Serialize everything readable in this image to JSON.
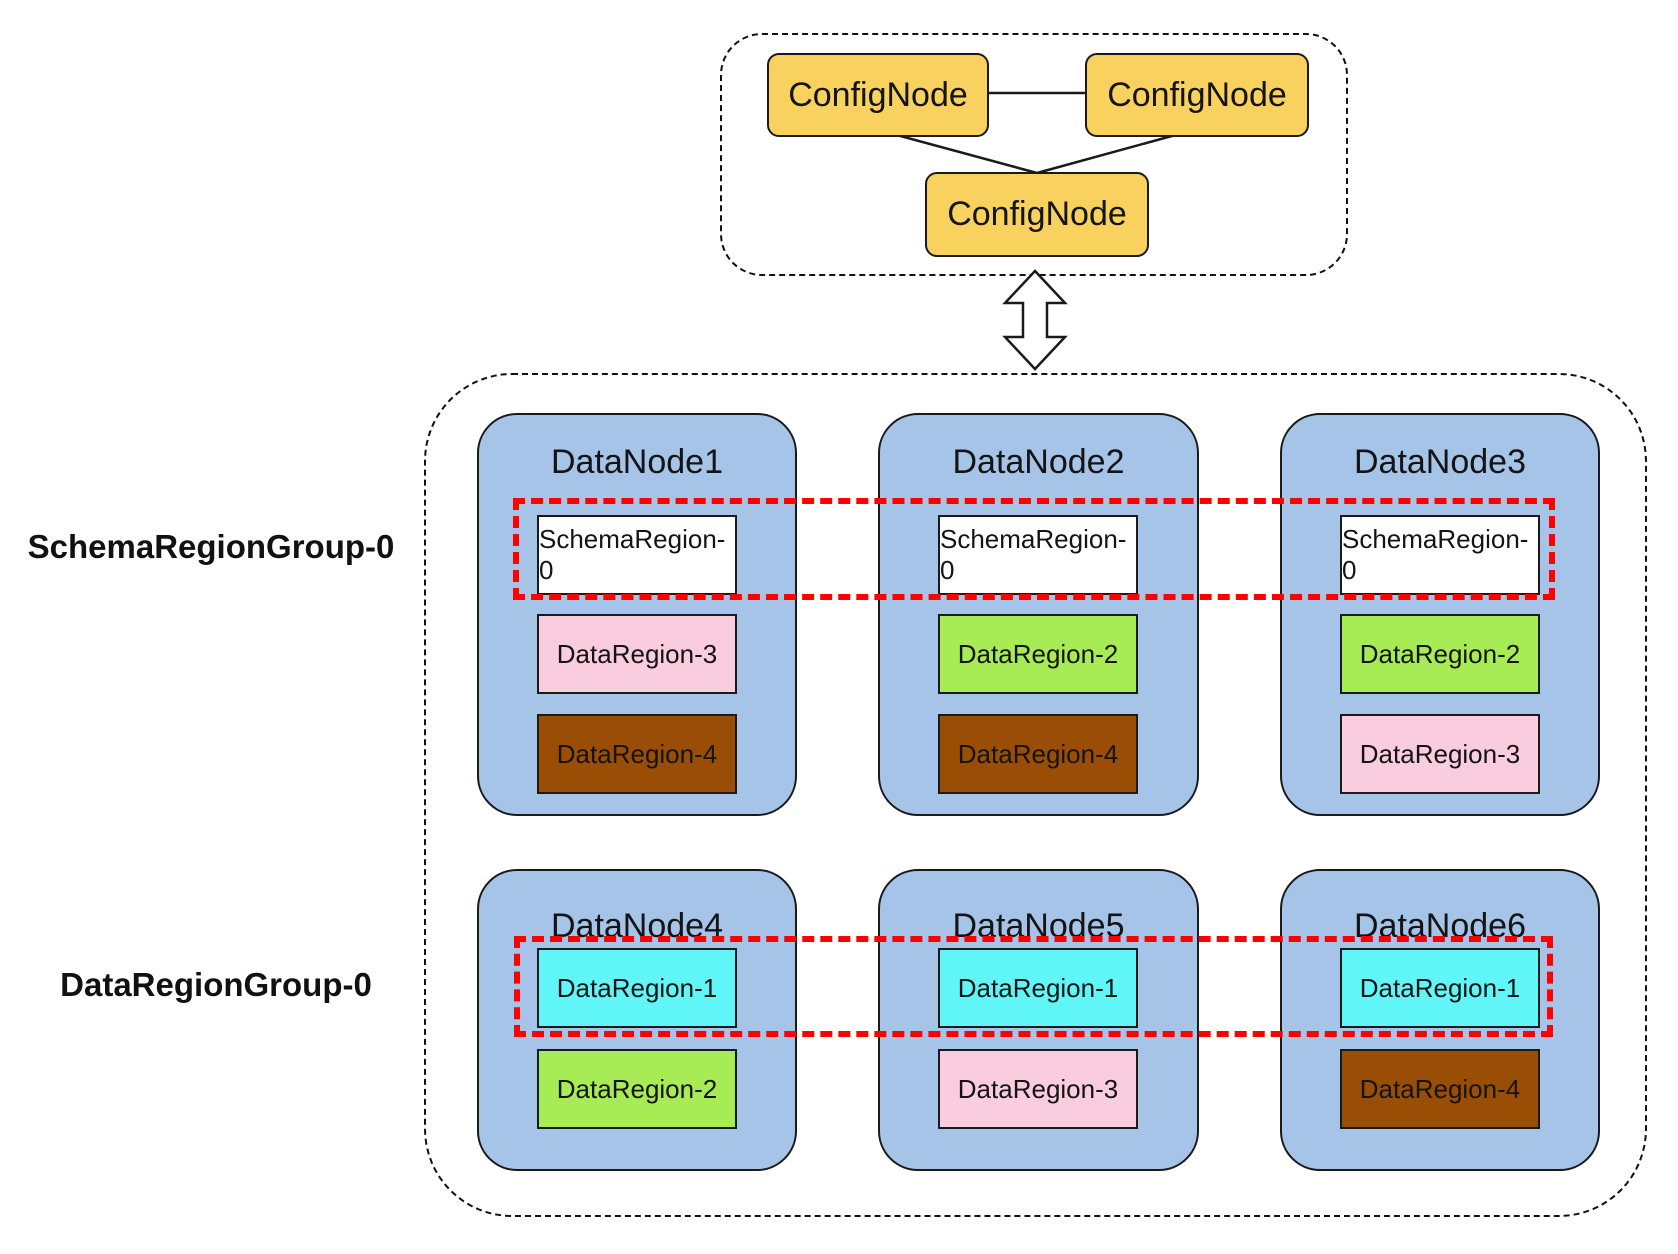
{
  "config_cluster": {
    "nodes": [
      {
        "label": "ConfigNode"
      },
      {
        "label": "ConfigNode"
      },
      {
        "label": "ConfigNode"
      }
    ]
  },
  "group_labels": {
    "schema": "SchemaRegionGroup-0",
    "data": "DataRegionGroup-0"
  },
  "data_cluster": {
    "nodes": [
      {
        "title": "DataNode1",
        "regions": [
          {
            "label": "SchemaRegion-0",
            "color": "#FFFFFF"
          },
          {
            "label": "DataRegion-3",
            "color": "#FACDDE"
          },
          {
            "label": "DataRegion-4",
            "color": "#9A4E05"
          }
        ]
      },
      {
        "title": "DataNode2",
        "regions": [
          {
            "label": "SchemaRegion-0",
            "color": "#FFFFFF"
          },
          {
            "label": "DataRegion-2",
            "color": "#A8EC55"
          },
          {
            "label": "DataRegion-4",
            "color": "#9A4E05"
          }
        ]
      },
      {
        "title": "DataNode3",
        "regions": [
          {
            "label": "SchemaRegion-0",
            "color": "#FFFFFF"
          },
          {
            "label": "DataRegion-2",
            "color": "#A8EC55"
          },
          {
            "label": "DataRegion-3",
            "color": "#FACDDE"
          }
        ]
      },
      {
        "title": "DataNode4",
        "regions": [
          {
            "label": "DataRegion-1",
            "color": "#60F6F8"
          },
          {
            "label": "DataRegion-2",
            "color": "#A8EC55"
          }
        ]
      },
      {
        "title": "DataNode5",
        "regions": [
          {
            "label": "DataRegion-1",
            "color": "#60F6F8"
          },
          {
            "label": "DataRegion-3",
            "color": "#FACDDE"
          }
        ]
      },
      {
        "title": "DataNode6",
        "regions": [
          {
            "label": "DataRegion-1",
            "color": "#60F6F8"
          },
          {
            "label": "DataRegion-4",
            "color": "#9A4E05"
          }
        ]
      }
    ]
  },
  "colors": {
    "config_node_fill": "#F9D15E",
    "data_node_fill": "#A6C3E8",
    "highlight_red": "#FF0000",
    "region_white": "#FFFFFF",
    "region_pink": "#FACDDE",
    "region_green": "#A8EC55",
    "region_brown": "#9A4E05",
    "region_cyan": "#60F6F8"
  }
}
